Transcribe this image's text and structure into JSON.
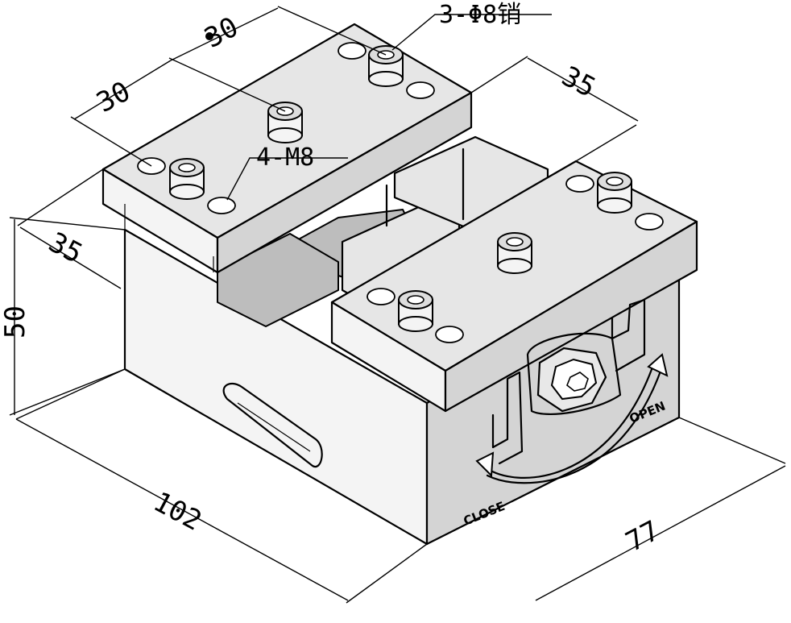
{
  "dimensions": {
    "top_spacing_a": "30",
    "top_spacing_b": "30",
    "jaw_width_right": "35",
    "jaw_depth_left": "35",
    "height": "50",
    "length": "102",
    "width": "77"
  },
  "callouts": {
    "counterbore_holes": "3-Φ8销",
    "threaded_holes": "4-M8"
  },
  "engraving": {
    "open": "OPEN",
    "close": "CLOSE"
  }
}
